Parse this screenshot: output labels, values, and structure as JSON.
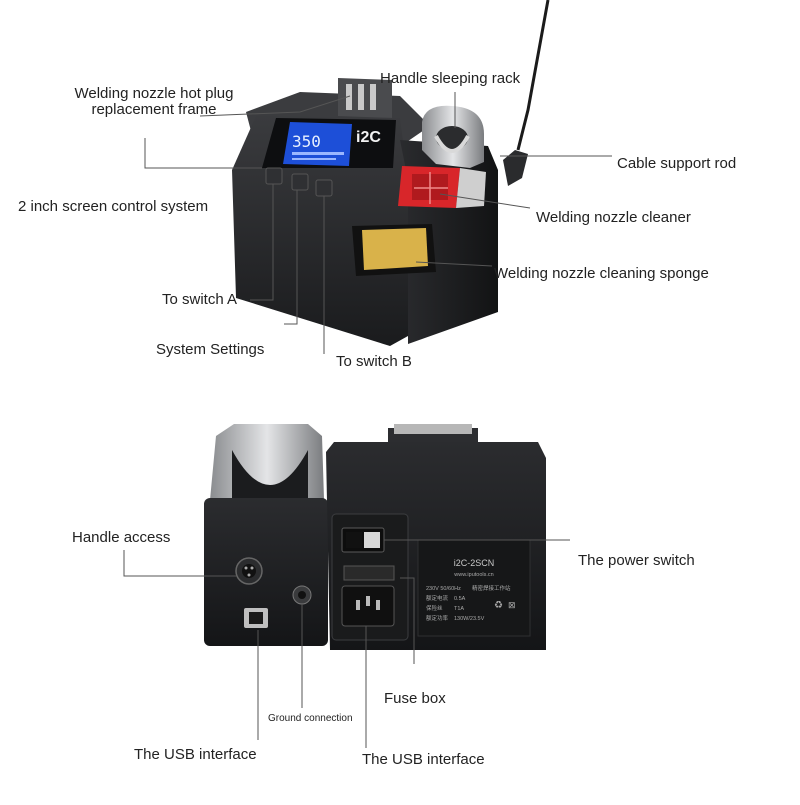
{
  "callouts": {
    "hot_plug_frame": [
      "Welding nozzle hot plug",
      "replacement frame"
    ],
    "sleeping_rack": "Handle sleeping rack",
    "cable_rod": "Cable support rod",
    "screen_control": "2 inch screen control system",
    "nozzle_cleaner": "Welding nozzle cleaner",
    "cleaning_sponge": "Welding nozzle cleaning sponge",
    "switch_a": "To switch A",
    "system_settings": "System Settings",
    "switch_b": "To switch B",
    "handle_access": "Handle access",
    "power_switch": "The power switch",
    "fuse_box": "Fuse box",
    "ground_connection": "Ground connection",
    "usb_interface_1": "The USB interface",
    "usb_interface_2": "The USB interface"
  },
  "device": {
    "logo": "i2C",
    "temperature": "350",
    "model": "i2C-2SCN",
    "website": "www.iputools.cn",
    "spec_voltage": "230V 50/60Hz",
    "spec_title": "精密焊接工作站",
    "spec_current_label": "额定电流",
    "spec_current": "0.5A",
    "spec_fuse_label": "保险丝",
    "spec_fuse": "T1A",
    "spec_power_label": "额定功率",
    "spec_power": "130W/23.5V"
  },
  "colors": {
    "body": "#1c1d1f",
    "screen": "#1d4fd8",
    "cleaner": "#d8262a",
    "sponge": "#d9b24a"
  }
}
